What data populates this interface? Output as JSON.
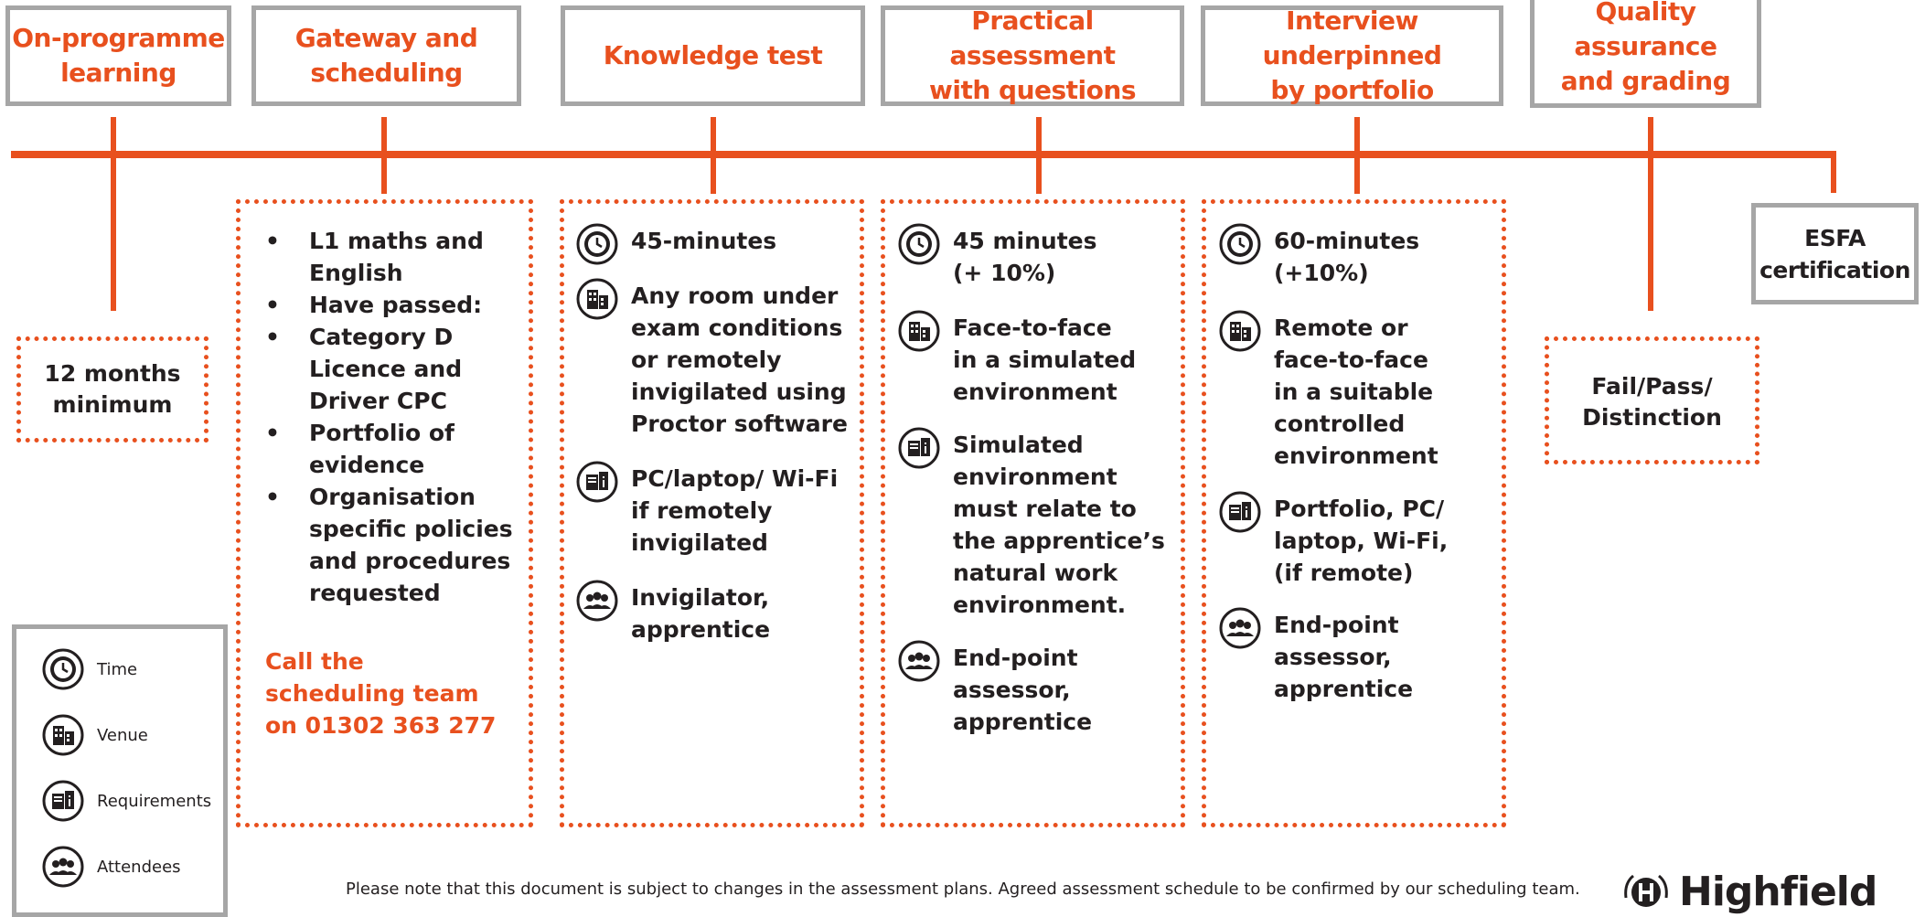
{
  "stages": [
    {
      "id": "on-programme",
      "title": "On-programme\nlearning"
    },
    {
      "id": "gateway",
      "title": "Gateway and\nscheduling"
    },
    {
      "id": "knowledge",
      "title": "Knowledge test"
    },
    {
      "id": "practical",
      "title": "Practical assessment\nwith questions"
    },
    {
      "id": "interview",
      "title": "Interview underpinned\nby portfolio"
    },
    {
      "id": "quality",
      "title": "Quality\nassurance\nand grading"
    },
    {
      "id": "esfa",
      "title": "ESFA\ncertification"
    }
  ],
  "on_programme_box": "12 months\nminimum",
  "gateway": {
    "bullets": [
      "L1 maths and\nEnglish",
      "Have passed:",
      "Category D\nLicence and\nDriver CPC",
      "Portfolio of\nevidence",
      "Organisation\nspecific policies\nand procedures\nrequested"
    ],
    "call": "Call the\nscheduling team\non 01302 363 277"
  },
  "knowledge": {
    "time": "45-minutes",
    "venue": "Any room under\nexam conditions\nor remotely\ninvigilated using\nProctor software",
    "requirements": "PC/laptop/ Wi-Fi\nif remotely\ninvigilated",
    "attendees": "Invigilator,\napprentice"
  },
  "practical": {
    "time": "45 minutes\n(+ 10%)",
    "venue": "Face-to-face\nin a simulated\nenvironment",
    "requirements": "Simulated\nenvironment\nmust relate to\nthe apprentice’s\nnatural work\nenvironment.",
    "attendees": "End-point\nassessor,\napprentice"
  },
  "interview": {
    "time": "60-minutes\n(+10%)",
    "venue": "Remote or\nface-to-face\nin a suitable\ncontrolled\nenvironment",
    "requirements": "Portfolio, PC/\nlaptop, Wi-Fi,\n(if remote)",
    "attendees": "End-point\nassessor,\napprentice"
  },
  "quality_box": "Fail/Pass/\nDistinction",
  "legend": [
    {
      "icon": "clock-icon",
      "label": "Time"
    },
    {
      "icon": "building-icon",
      "label": "Venue"
    },
    {
      "icon": "requirements-icon",
      "label": "Requirements"
    },
    {
      "icon": "attendees-icon",
      "label": "Attendees"
    }
  ],
  "footer": "Please note that this document is subject to changes in the assessment plans.  Agreed assessment schedule to be confirmed by our scheduling team.",
  "logo_text": "Highfield",
  "colors": {
    "accent": "#e8501e",
    "box_border": "#a6a6a6",
    "text": "#231f20"
  }
}
